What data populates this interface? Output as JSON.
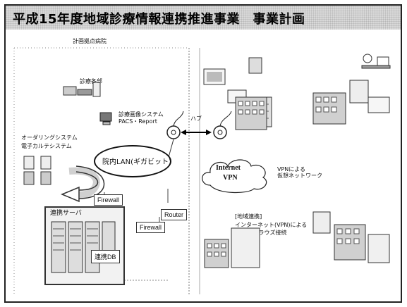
{
  "slide": {
    "title": "平成15年度地域診療情報連携推進事業　事業計画",
    "labels": {
      "hospital_name": "計画拠点病院",
      "exam_dept": "診療各部",
      "image_system": "診療画像システム",
      "pacs": "PACS・Report",
      "ordering_system": "オーダリングシステム",
      "emr_system": "電子カルテシステム",
      "lan": "院内LAN(ギガビット)",
      "firewall_left": "Firewall",
      "firewall_bottom": "Firewall",
      "router": "Router",
      "relay_server": "連携サーバ",
      "relay_db": "連携DB",
      "hub": "ハブ",
      "internet": "Internet",
      "vpn": "VPN",
      "vpn_network": "VPNによる\n仮想ネットワーク",
      "regional_title": "[地域連携]",
      "regional_desc1": "インターネット(VPN)による",
      "regional_desc2": "Webブラウズ接続"
    }
  }
}
